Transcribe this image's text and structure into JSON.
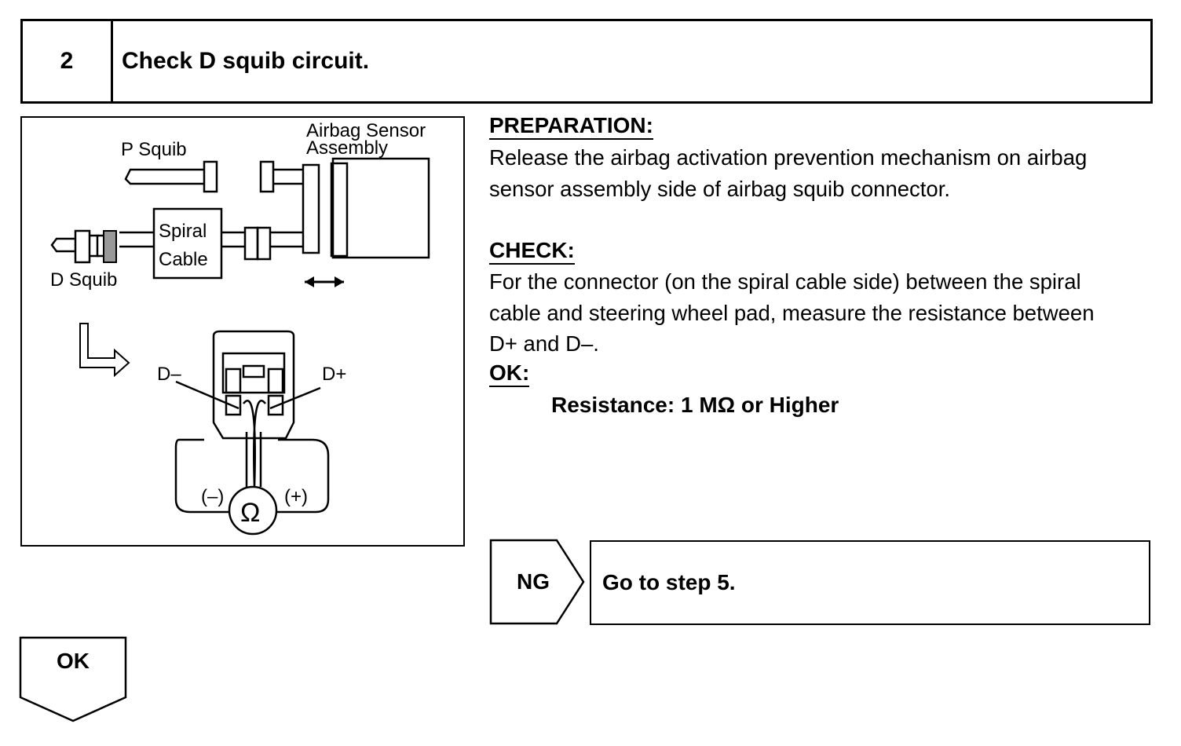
{
  "step": {
    "number": "2",
    "title": "Check D squib circuit."
  },
  "diagram": {
    "airbag_sensor_line1": "Airbag Sensor",
    "airbag_sensor_line2": "Assembly",
    "p_squib": "P Squib",
    "d_squib": "D Squib",
    "spiral_line1": "Spiral",
    "spiral_line2": "Cable",
    "d_minus": "D–",
    "d_plus": "D+",
    "meter_minus": "(–)",
    "meter_plus": "(+)",
    "ohm": "Ω"
  },
  "preparation": {
    "heading": "PREPARATION:",
    "line1": "Release the airbag activation prevention mechanism on airbag",
    "line2": "sensor assembly side of airbag squib connector."
  },
  "check": {
    "heading": "CHECK:",
    "line1": "For the connector (on the spiral cable side) between the spiral",
    "line2": "cable and steering wheel pad, measure the resistance between",
    "line3": "D+ and D–."
  },
  "ok_spec": {
    "heading": "OK:",
    "resistance": "Resistance: 1 MΩ  or Higher"
  },
  "ng_branch": {
    "label": "NG",
    "action": "Go to step 5."
  },
  "ok_branch": {
    "label": "OK"
  }
}
